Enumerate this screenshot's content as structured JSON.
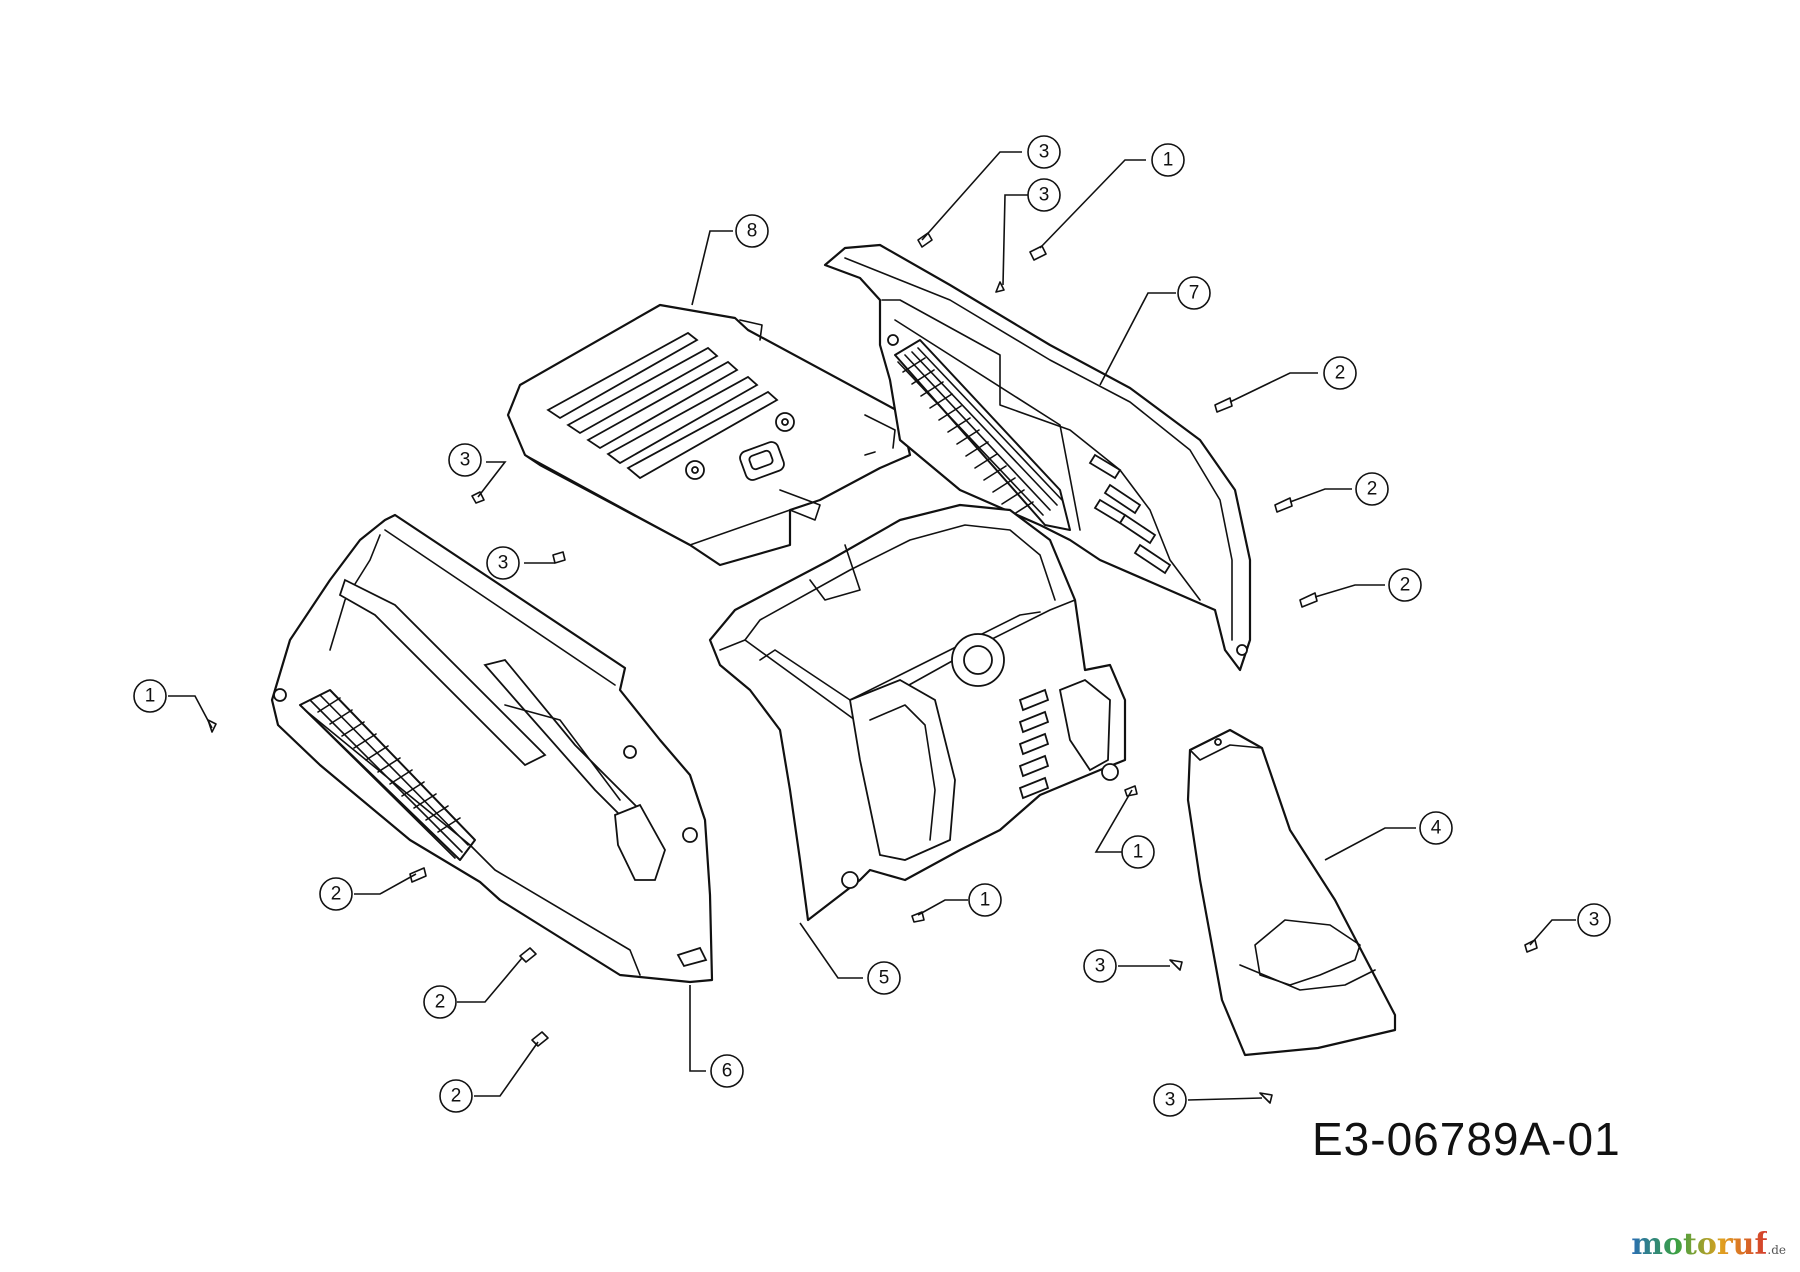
{
  "drawing_code": "E3-06789A-01",
  "watermark": {
    "text": "motoruf",
    "suffix": ".de"
  },
  "callouts": [
    {
      "id": "c-3a",
      "label": "3"
    },
    {
      "id": "c-3b",
      "label": "3"
    },
    {
      "id": "c-1a",
      "label": "1"
    },
    {
      "id": "c-8",
      "label": "8"
    },
    {
      "id": "c-7",
      "label": "7"
    },
    {
      "id": "c-2a",
      "label": "2"
    },
    {
      "id": "c-3c",
      "label": "3"
    },
    {
      "id": "c-2b",
      "label": "2"
    },
    {
      "id": "c-3d",
      "label": "3"
    },
    {
      "id": "c-2c",
      "label": "2"
    },
    {
      "id": "c-1b",
      "label": "1"
    },
    {
      "id": "c-1c",
      "label": "1"
    },
    {
      "id": "c-4",
      "label": "4"
    },
    {
      "id": "c-2d",
      "label": "2"
    },
    {
      "id": "c-1d",
      "label": "1"
    },
    {
      "id": "c-3e",
      "label": "3"
    },
    {
      "id": "c-3f",
      "label": "3"
    },
    {
      "id": "c-5",
      "label": "5"
    },
    {
      "id": "c-2e",
      "label": "2"
    },
    {
      "id": "c-6",
      "label": "6"
    },
    {
      "id": "c-2f",
      "label": "2"
    },
    {
      "id": "c-3g",
      "label": "3"
    }
  ]
}
